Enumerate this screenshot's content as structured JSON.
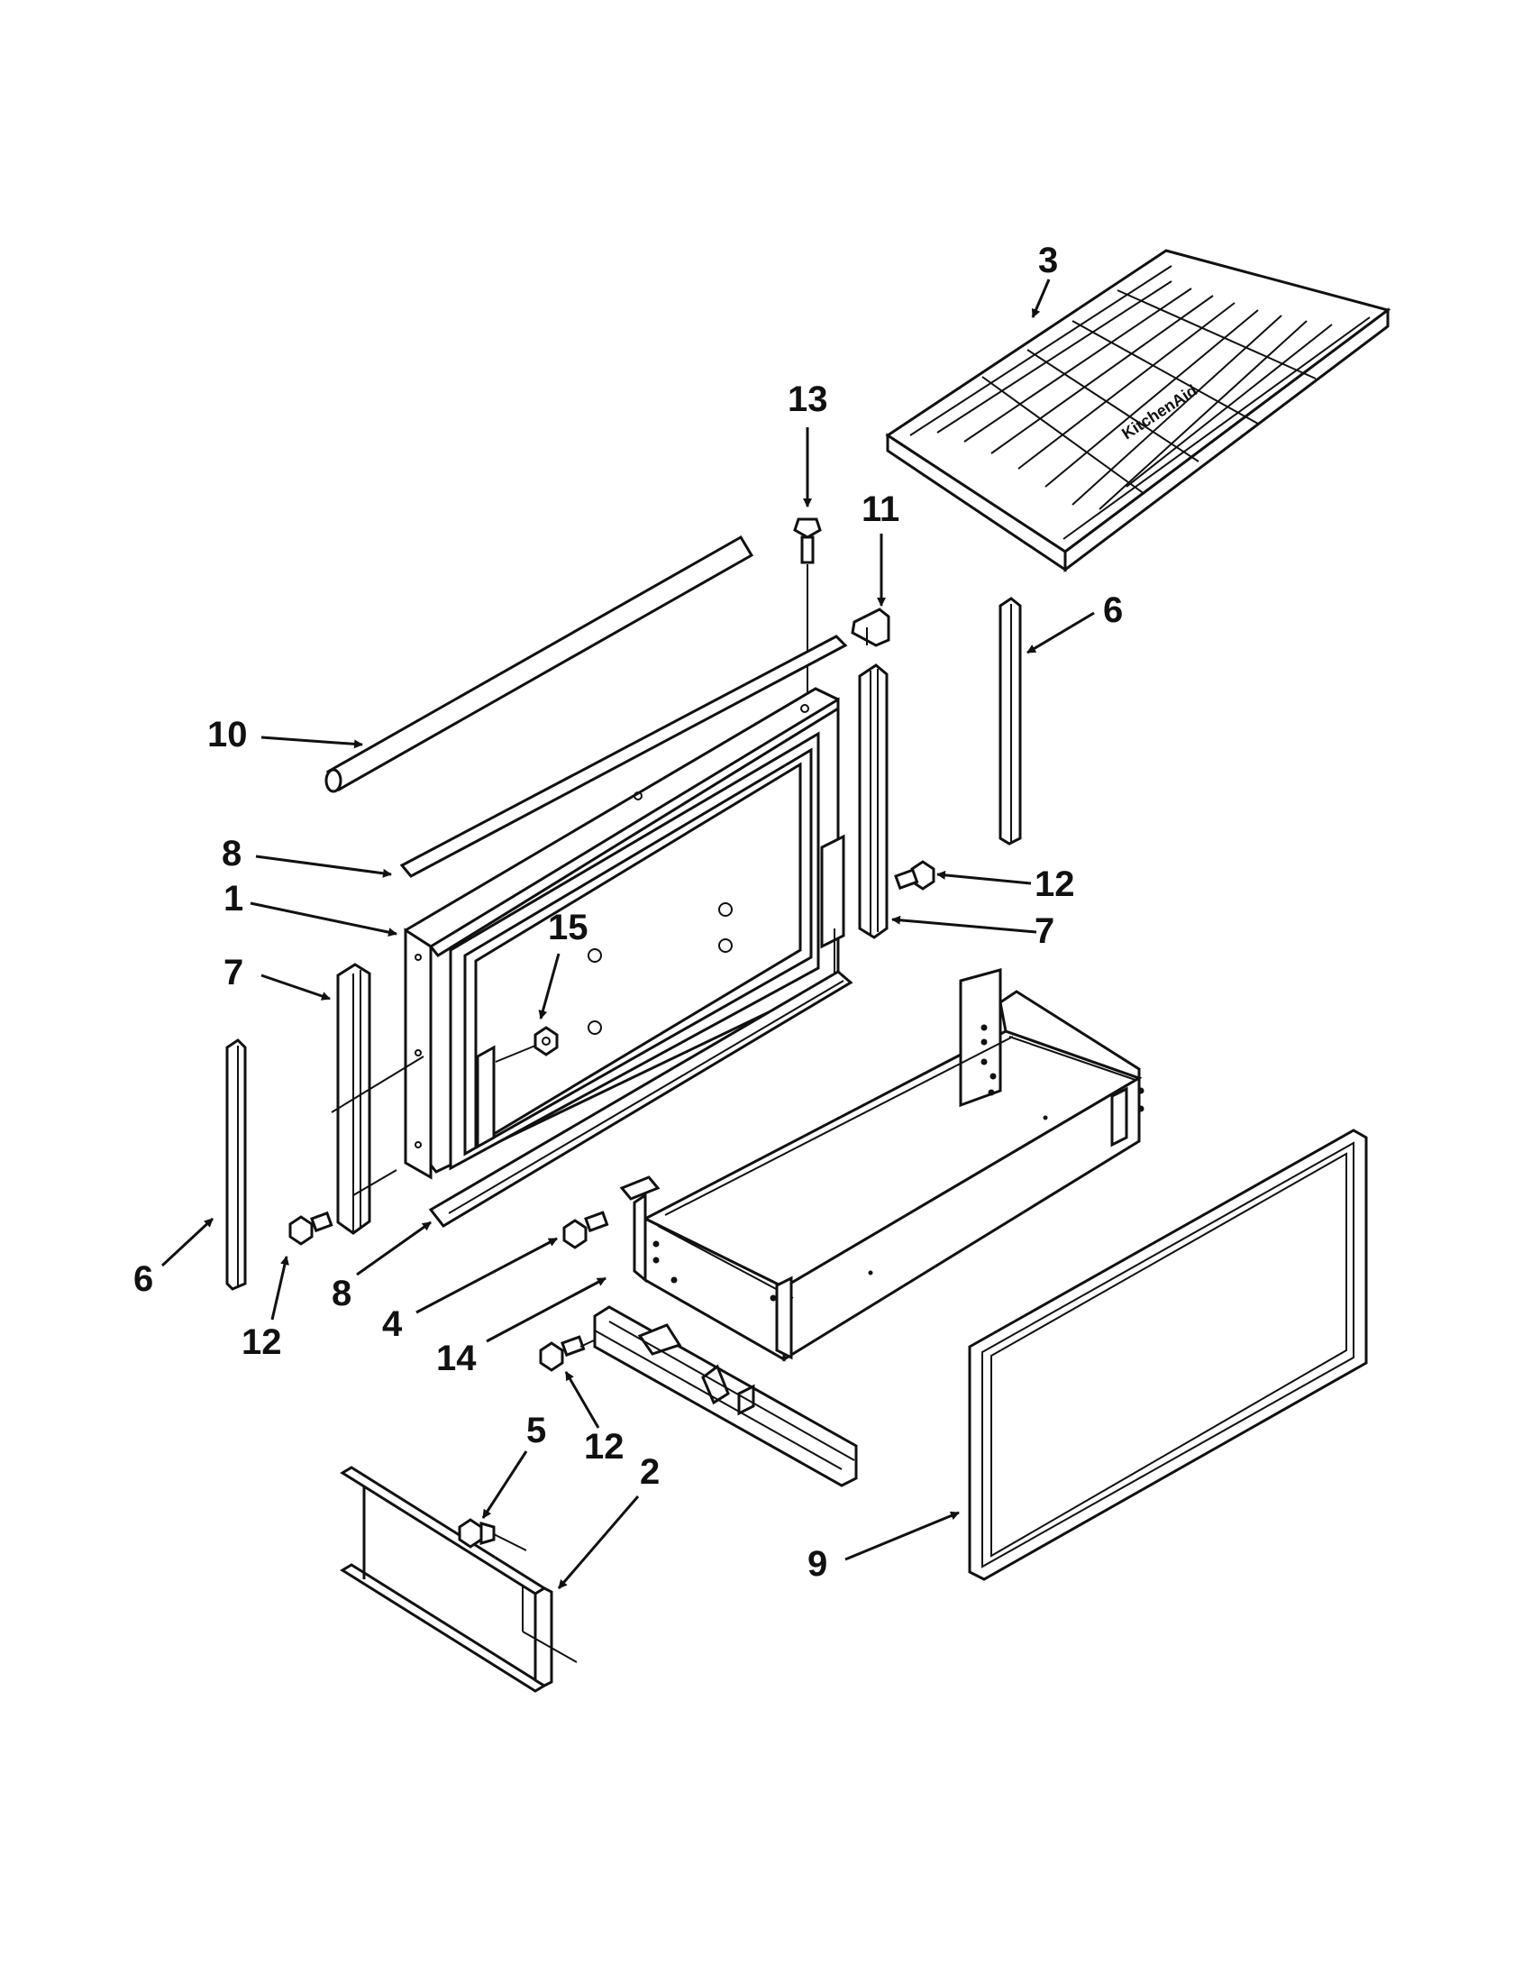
{
  "labels": {
    "p1": "1",
    "p2": "2",
    "p3": "3",
    "p4": "4",
    "p5": "5",
    "p6_left": "6",
    "p6_right": "6",
    "p7_left": "7",
    "p7_right": "7",
    "p8_top": "8",
    "p8_bottom": "8",
    "p9": "9",
    "p10": "10",
    "p11": "11",
    "p12_left": "12",
    "p12_right": "12",
    "p12_bottom": "12",
    "p13": "13",
    "p14": "14",
    "p15": "15"
  },
  "logo_text": "KitchenAid"
}
